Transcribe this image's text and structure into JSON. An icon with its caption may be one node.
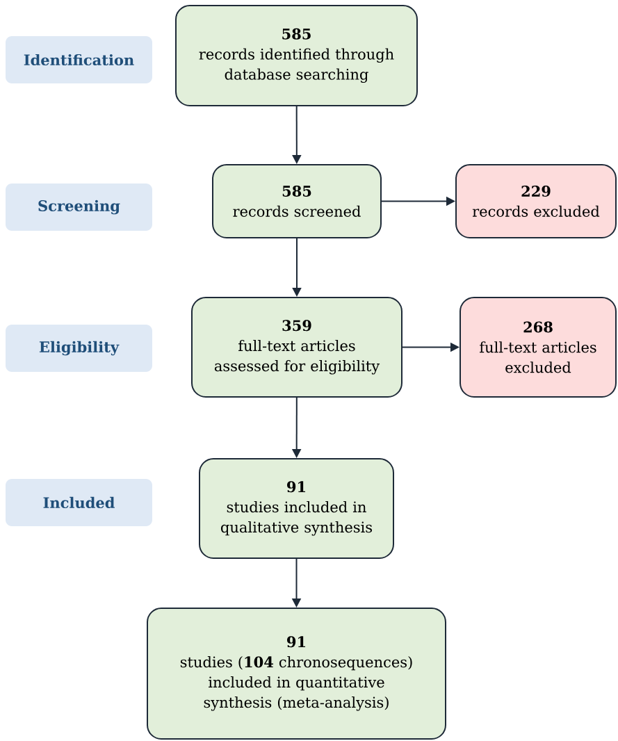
{
  "diagram": {
    "nodes": [
      {
        "text": [
          "Identification"
        ]
      },
      {
        "text": [
          "Screening"
        ]
      },
      {
        "text": [
          "Eligibility"
        ]
      },
      {
        "text": [
          "Included"
        ]
      },
      {
        "text": [
          "585",
          "records identified through database searching"
        ]
      },
      {
        "text": [
          "585",
          "records screened"
        ]
      },
      {
        "text": [
          "229",
          "records excluded"
        ]
      },
      {
        "text": [
          "359",
          "full-text articles assessed for eligibility"
        ]
      },
      {
        "text": [
          "268",
          "full-text articles excluded"
        ]
      },
      {
        "text": [
          "91",
          "studies included in qualitative synthesis"
        ]
      },
      {
        "text": [
          "91",
          "studies (**104** chronosequences) included in quantitative synthesis (meta-analysis)"
        ]
      }
    ],
    "edges": [
      {
        "from": 4,
        "to": 5,
        "arrow": "to"
      },
      {
        "from": 5,
        "to": 6,
        "arrow": "to"
      },
      {
        "from": 5,
        "to": 7,
        "arrow": "to"
      },
      {
        "from": 7,
        "to": 8,
        "arrow": "to"
      },
      {
        "from": 7,
        "to": 9,
        "arrow": "to"
      },
      {
        "from": 9,
        "to": 10,
        "arrow": "to"
      }
    ]
  }
}
